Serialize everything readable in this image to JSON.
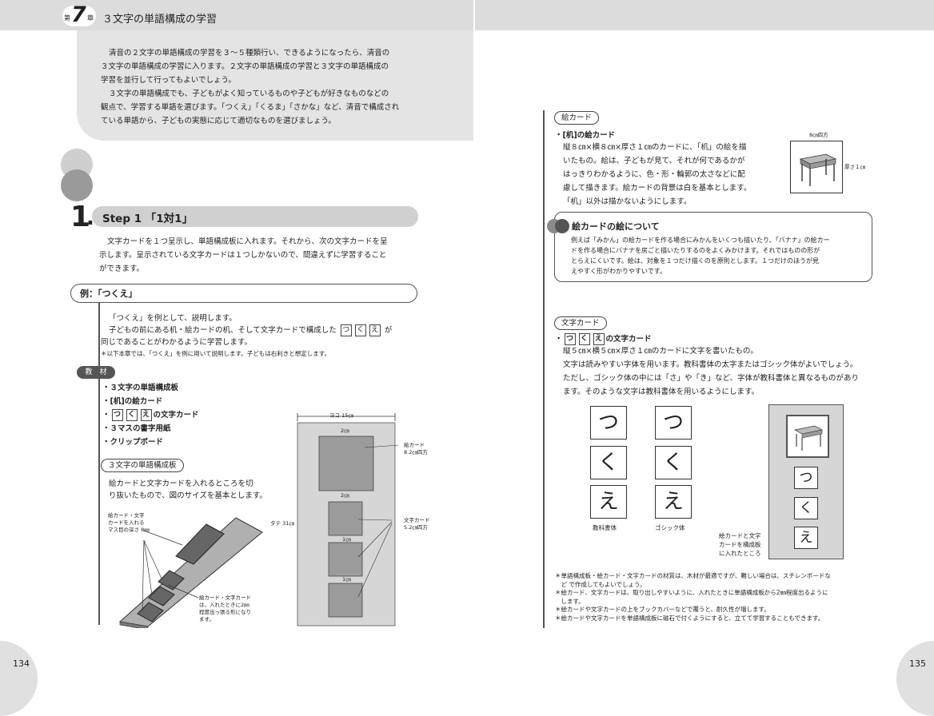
{
  "header": {
    "chapter_prefix": "第",
    "chapter_number": "7",
    "chapter_suffix": "章",
    "chapter_title": "３文字の単語構成の学習"
  },
  "intro": {
    "line1": "清音の２文字の単語構成の学習を３～５種類行い、できるようになったら、清音の",
    "line2": "３文字の単語構成の学習に入ります。２文字の単語構成の学習と３文字の単語構成の",
    "line3": "学習を並行して行ってもよいでしょう。",
    "line4": "３文字の単語構成でも、子どもがよく知っているものや子どもが好きなものなどの",
    "line5": "観点で、学習する単語を選びます。「つくえ」「くるま」「さかな」など、清音で構成され",
    "line6": "ている単語から、子どもの実態に応じて適切なものを選びましょう。"
  },
  "section": {
    "number": "1",
    "dot": ".",
    "title": "Step 1 「1対1」",
    "body1": "文字カードを１つ呈示し、単語構成板に入れます。それから、次の文字カードを呈",
    "body2": "示します。呈示されている文字カードは１つしかないので、間違えずに学習すること",
    "body3": "ができます。"
  },
  "example": {
    "title": "例：「つくえ」",
    "line1": "「つくえ」を例として、説明します。",
    "line2a": "子どもの前にある机・絵カードの机、そして文字カードで構成した",
    "line2b": "が",
    "line3": "同じであることがわかるように学習します。",
    "note": "＊以下本章では、「つくえ」を例に用いて説明します。子どもは右利きと想定します。",
    "kana": [
      "つ",
      "く",
      "え"
    ]
  },
  "materials": {
    "label": "教　材",
    "items": [
      "３文字の単語構成板",
      "[机]の絵カード",
      "の文字カード",
      "３マスの書字用紙",
      "クリップボード"
    ],
    "bullet": "・"
  },
  "board": {
    "label": "３文字の単語構成板",
    "desc1": "絵カードと文字カードを入れるところを切",
    "desc2": "り抜いたもので、図のサイズを基本とします。",
    "callout_top": [
      "絵カード・文字",
      "カードを入れる",
      "マス目の深さ 8㎜"
    ],
    "callout_bottom": [
      "絵カード・文字カード",
      "は、入れたときに2㎜",
      "程度出っ張る形になり",
      "ます。"
    ],
    "dim_width": "ヨコ 15㎝",
    "dim_height": "タテ 31㎝",
    "gap_top": "2㎝",
    "gap_mid": "2㎝",
    "gap_1": "1㎝",
    "gap_2": "1㎝",
    "pic_label": [
      "絵カード",
      "8.2㎝四方"
    ],
    "char_label": [
      "文字カード",
      "5.2㎝四方"
    ]
  },
  "picture_card": {
    "label": "絵カード",
    "heading": "・[机]の絵カード",
    "lines": [
      "縦８㎝×横８㎝×厚さ１㎝のカードに、「机」の絵を描",
      "いたもの。絵は、子どもが見て、それが何であるかが",
      "はっきりわかるように、色・形・輪郭の太さなどに配",
      "慮して描きます。絵カードの背景は白を基本とします。",
      "「机」以外は描かないようにします。"
    ],
    "size_label": "8㎝四方",
    "thick_label": "厚さ１㎝"
  },
  "note_box": {
    "title": "絵カードの絵について",
    "lines": [
      "例えば「みかん」の絵カードを作る場合にみかんをいくつも描いたり、「バナナ」の絵カー",
      "ドを作る場合にバナナを房ごと描いたりするのをよくみかけます。それではものの形が",
      "とらえにくいです。絵は、対象を１つだけ描くのを原則とします。１つだけのほうが見",
      "えやすく形がわかりやすいです。"
    ]
  },
  "char_card": {
    "label": "文字カード",
    "heading_suffix": "の文字カード",
    "lines": [
      "縦５㎝×横５㎝×厚さ１㎝のカードに文字を書いたもの。",
      "文字は読みやすい字体を用います。教科書体の太字またはゴシック体がよいでしょう。",
      "ただし、ゴシック体の中には「さ」や「き」など、字体が教科書体と異なるものがあり",
      "ます。そのような文字は教科書体を用いるようにします。"
    ],
    "font_a": "教科書体",
    "font_b": "ゴシック体",
    "inserted_label": [
      "絵カードと文字",
      "カードを構成板",
      "に入れたところ"
    ]
  },
  "footnotes": [
    "＊単語構成板・絵カード・文字カードの材質は、木材が最適ですが、難しい場合は、スチレンボードな",
    "　ど で作成してもよいでしょう。",
    "＊絵カード、文字カードは、取り出しやすいように、入れたときに単語構成板から2㎜程度出るように",
    "　します。",
    "＊絵カードや文字カードの上をブックカバーなどで覆うと、耐久性が増します。",
    "＊絵カードや文字カードを単語構成板に磁石で付くようにすると、立てて学習することもできます。"
  ],
  "pages": {
    "left": "134",
    "right": "135"
  }
}
